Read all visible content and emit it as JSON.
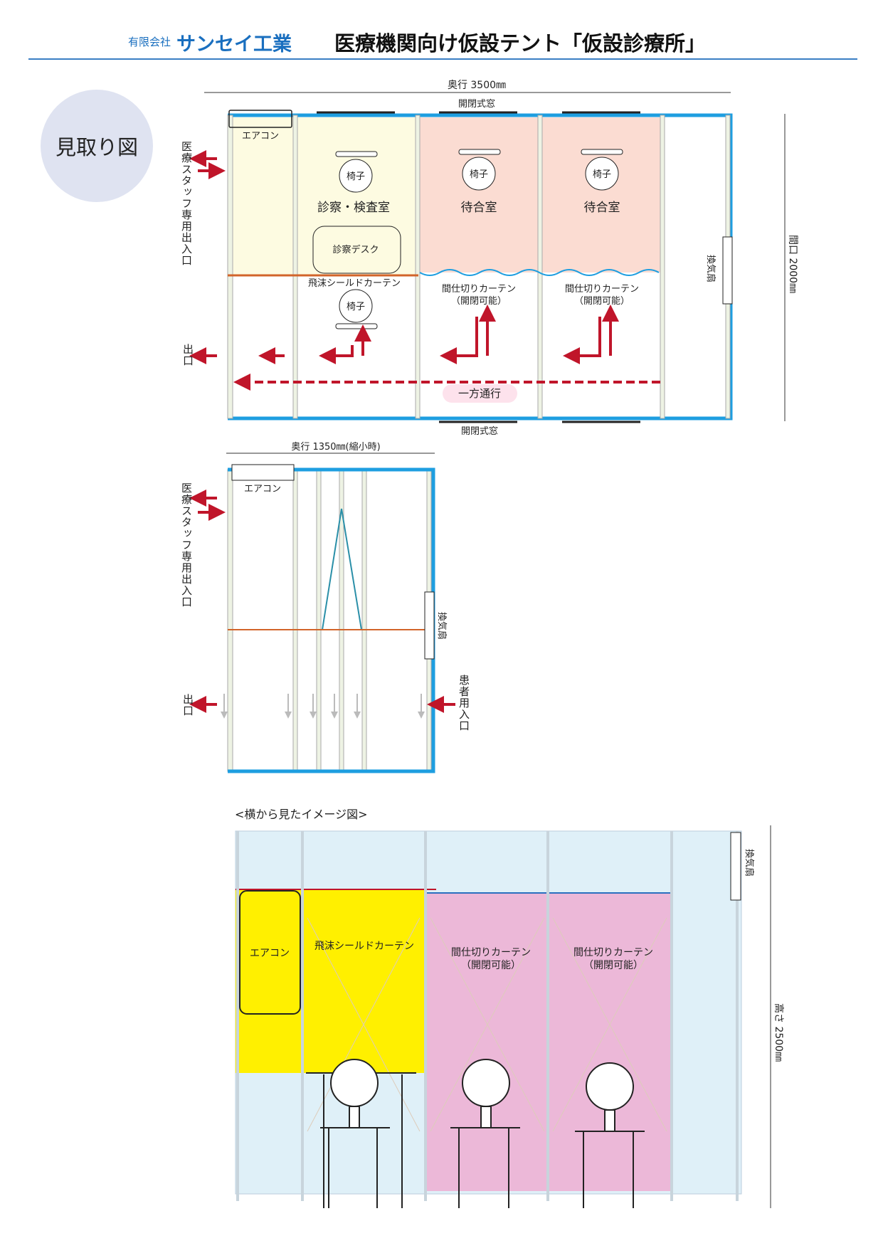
{
  "header": {
    "company_prefix": "有限会社",
    "brand": "サンセイ工業",
    "title": "医療機関向け仮設テント「仮設診療所」"
  },
  "badge": "見取り図",
  "plan_full": {
    "depth_label": "奥行 3500㎜",
    "width_label": "間口 2000㎜",
    "window_top": "開閉式窓",
    "window_bottom": "開閉式窓",
    "aircon": "エアコン",
    "staff_entrance": "医療スタッフ専用出入口",
    "exit": "出口",
    "fan": "換気扇",
    "rooms": [
      {
        "name": "診察・検査室",
        "chair": "椅子"
      },
      {
        "name": "待合室",
        "chair": "椅子"
      },
      {
        "name": "待合室",
        "chair": "椅子"
      }
    ],
    "desk": "診察デスク",
    "patient_chair": "椅子",
    "shield_curtain": "飛沫シールドカーテン",
    "partition_curtain": "間仕切りカーテン",
    "partition_note": "（開閉可能）",
    "one_way": "一方通行"
  },
  "plan_compact": {
    "depth_label": "奥行 1350㎜(縮小時)",
    "aircon": "エアコン",
    "staff_entrance": "医療スタッフ専用出入口",
    "exit": "出口",
    "fan": "換気扇",
    "patient_entrance": "患者用入口"
  },
  "side_view": {
    "title": "<横から見たイメージ図>",
    "aircon": "エアコン",
    "shield_curtain": "飛沫シールドカーテン",
    "partition_curtain": "間仕切りカーテン",
    "partition_note": "（開閉可能）",
    "fan": "換気扇",
    "height_label": "高さ 2500㎜"
  },
  "colors": {
    "brand": "#1a6fbf",
    "wall": "#1e9ee0",
    "exam": "#fdfbe1",
    "waiting": "#fbdcd2",
    "arrow": "#c0152a",
    "shield": "#d2642a",
    "side_yellow": "#fff000",
    "side_pink": "#ecb8d8",
    "side_blue": "#dff0f8"
  }
}
